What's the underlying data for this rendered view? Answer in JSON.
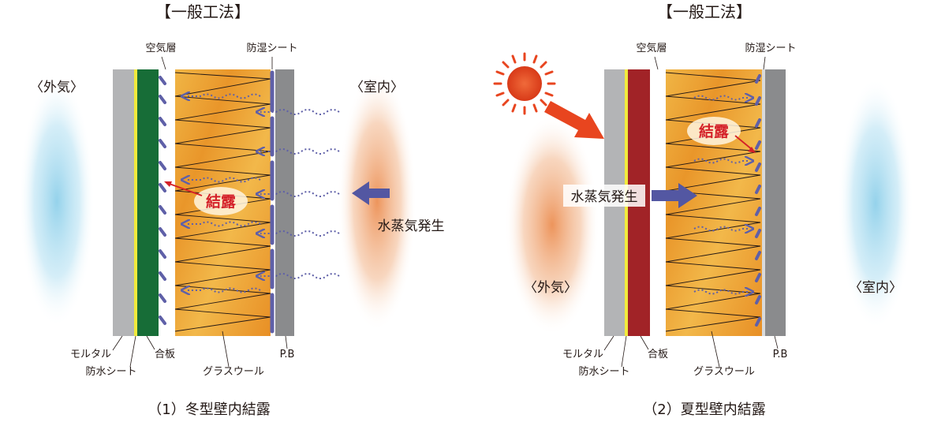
{
  "panel_left": {
    "header": "【一般工法】",
    "outside_label": "〈外気〉",
    "inside_label": "〈室内〉",
    "air_layer": "空気層",
    "vapor_barrier": "防湿シート",
    "condensation": "結露",
    "vapor_source": "水蒸気発生",
    "mortar": "モルタル",
    "waterproof_sheet": "防水シート",
    "plywood": "合板",
    "glass_wool": "グラスウール",
    "plasterboard": "P.B",
    "caption": "（1）冬型壁内結露"
  },
  "panel_right": {
    "header": "【一般工法】",
    "outside_label": "〈外気〉",
    "inside_label": "〈室内〉",
    "air_layer": "空気層",
    "vapor_barrier": "防湿シート",
    "condensation": "結露",
    "vapor_source": "水蒸気発生",
    "mortar": "モルタル",
    "waterproof_sheet": "防水シート",
    "plywood": "合板",
    "glass_wool": "グラスウール",
    "plasterboard": "P.B",
    "caption": "（2）夏型壁内結露"
  },
  "colors": {
    "mortar": "#b3b4b6",
    "waterproof": "#f2ea3c",
    "plywood_winter": "#176d37",
    "plywood_summer": "#a12327",
    "glass_wool": "#eea630",
    "plasterboard": "#8a8b8d",
    "barrier": "#5f60a8",
    "cold_glow": "#8fd0ea",
    "warm_glow": "#ee9b63",
    "condensation_text": "#d42028",
    "sun": "#e8451f"
  },
  "icons": [
    "sun-icon",
    "vapor-flow-arrow",
    "heat-arrow",
    "condensation-pointer"
  ]
}
